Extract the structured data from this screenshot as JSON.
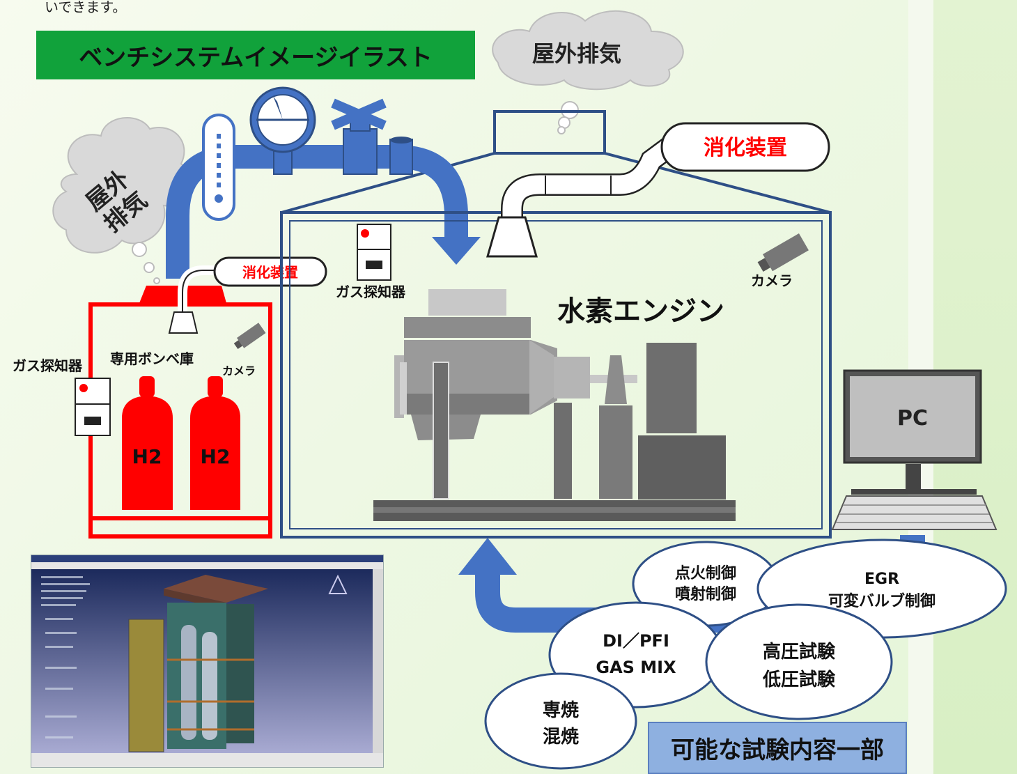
{
  "header": {
    "top_fragment": "いできます。",
    "title": "ベンチシステムイメージイラスト"
  },
  "exhaust": {
    "top_cloud": "屋外排気",
    "left_cloud": "屋外排気"
  },
  "bombe_room": {
    "label": "専用ボンベ庫",
    "gas_detector": "ガス探知器",
    "camera": "カメラ",
    "extinguisher": "消化装置",
    "cylinders": [
      "H2",
      "H2"
    ]
  },
  "engine_room": {
    "engine": "水素エンジン",
    "gas_detector": "ガス探知器",
    "camera": "カメラ",
    "extinguisher": "消化装置"
  },
  "pc": {
    "label": "PC"
  },
  "tests": {
    "items": [
      {
        "line1": "点火制御",
        "line2": "噴射制御"
      },
      {
        "line1": "EGR",
        "line2": "可変バルブ制御"
      },
      {
        "line1": "DI／PFI",
        "line2": "GAS MIX"
      },
      {
        "line1": "高圧試験",
        "line2": "低圧試験"
      },
      {
        "line1": "専焼",
        "line2": "混焼"
      }
    ],
    "caption": "可能な試験内容一部"
  },
  "colors": {
    "title_bg": "#11a23b",
    "pipe": "#4472c4",
    "red": "#ff0000",
    "engine_gray": "#8c8c8c",
    "caption_bg": "#8eb0e0",
    "cloud": "#d9d9d9"
  }
}
